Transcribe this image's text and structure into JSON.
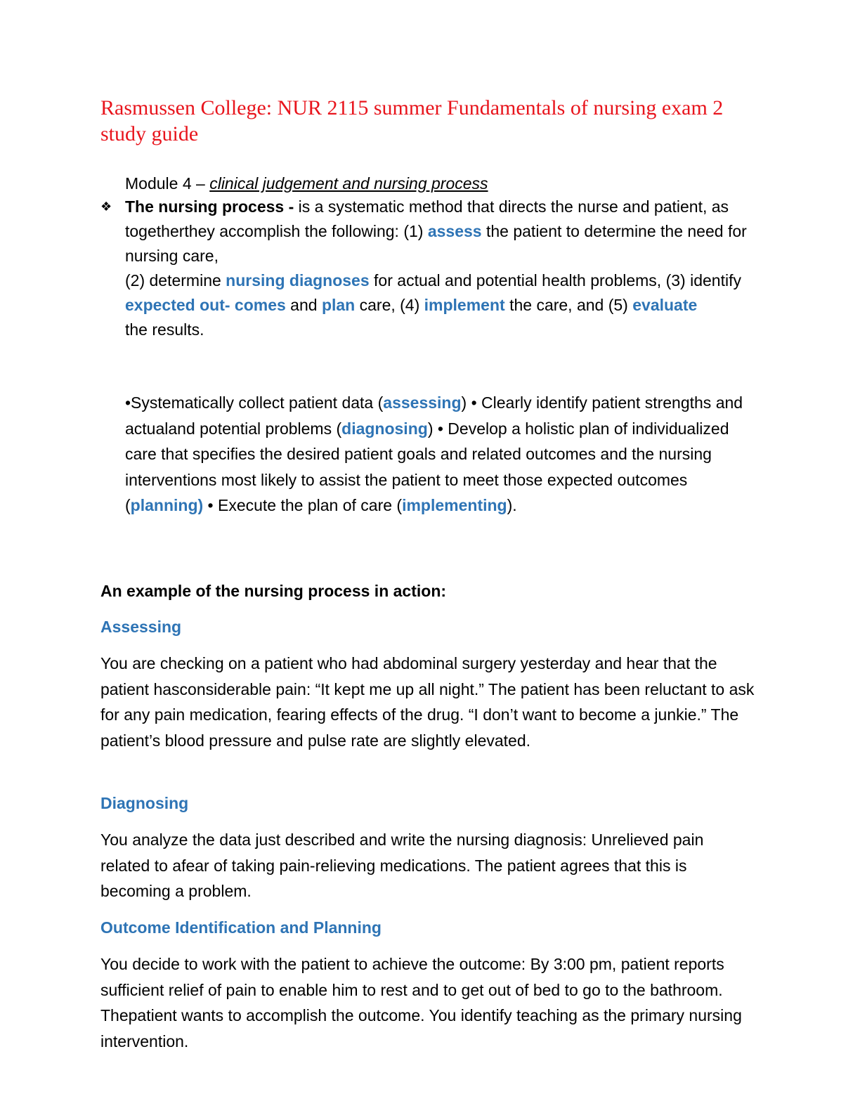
{
  "document": {
    "title": "Rasmussen College: NUR 2115 summer Fundamentals of nursing exam 2 study guide",
    "module": {
      "prefix": "Module 4 – ",
      "topic": "clinical judgement and nursing process"
    },
    "nursing_process": {
      "bullet_glyph": "❖",
      "term": "The nursing process -",
      "t1": " is a systematic method that directs the nurse and patient, as togetherthey accomplish the following: (1) ",
      "k1": "assess",
      "t2": " the patient to determine the need for nursing care,",
      "t3": "(2) determine ",
      "k2": "nursing diagnoses",
      "t4": " for actual and potential health problems, (3) identify",
      "k3": "expected out- comes",
      "t5": " and ",
      "k4": "plan",
      "t6": " care, (4) ",
      "k5": "implement",
      "t7": " the care, and (5) ",
      "k6": "evaluate",
      "t8": "the results."
    },
    "steps": {
      "s1": "•Systematically collect patient data (",
      "k1": "assessing",
      "s2": ") • Clearly identify patient strengths and actualand potential problems (",
      "k2": "diagnosing",
      "s3": ") • Develop a holistic plan of individualized care that specifies the desired patient goals and related outcomes and the nursing interventions most likely to assist the patient to meet those expected outcomes (",
      "k3": "planning)",
      "s4": " • Execute the plan of care (",
      "k4": "implementing",
      "s5": ")."
    },
    "example_heading": "An example of the nursing process in action:",
    "sections": [
      {
        "heading": "Assessing",
        "text": "You are checking on a patient who had abdominal surgery yesterday and hear that the patient hasconsiderable pain: “It kept me up all night.” The patient has been reluctant to ask for any pain medication, fearing effects of the drug. “I don’t want to become a junkie.” The patient’s blood pressure and pulse rate are slightly elevated."
      },
      {
        "heading": "Diagnosing",
        "text": "You analyze the data just described and write the nursing diagnosis: Unrelieved pain related to afear of taking pain-relieving medications. The patient agrees that this is becoming a problem."
      },
      {
        "heading": "Outcome Identification and Planning",
        "text": "You decide to work with the patient to achieve the outcome: By 3:00 pm, patient reports sufficient relief of pain to enable him to rest and to get out of bed to go to the bathroom. Thepatient wants to accomplish the outcome. You identify teaching as the primary nursing intervention."
      }
    ],
    "colors": {
      "title": "#e8141c",
      "keyword_blue": "#2e74b5",
      "text": "#000000"
    }
  }
}
